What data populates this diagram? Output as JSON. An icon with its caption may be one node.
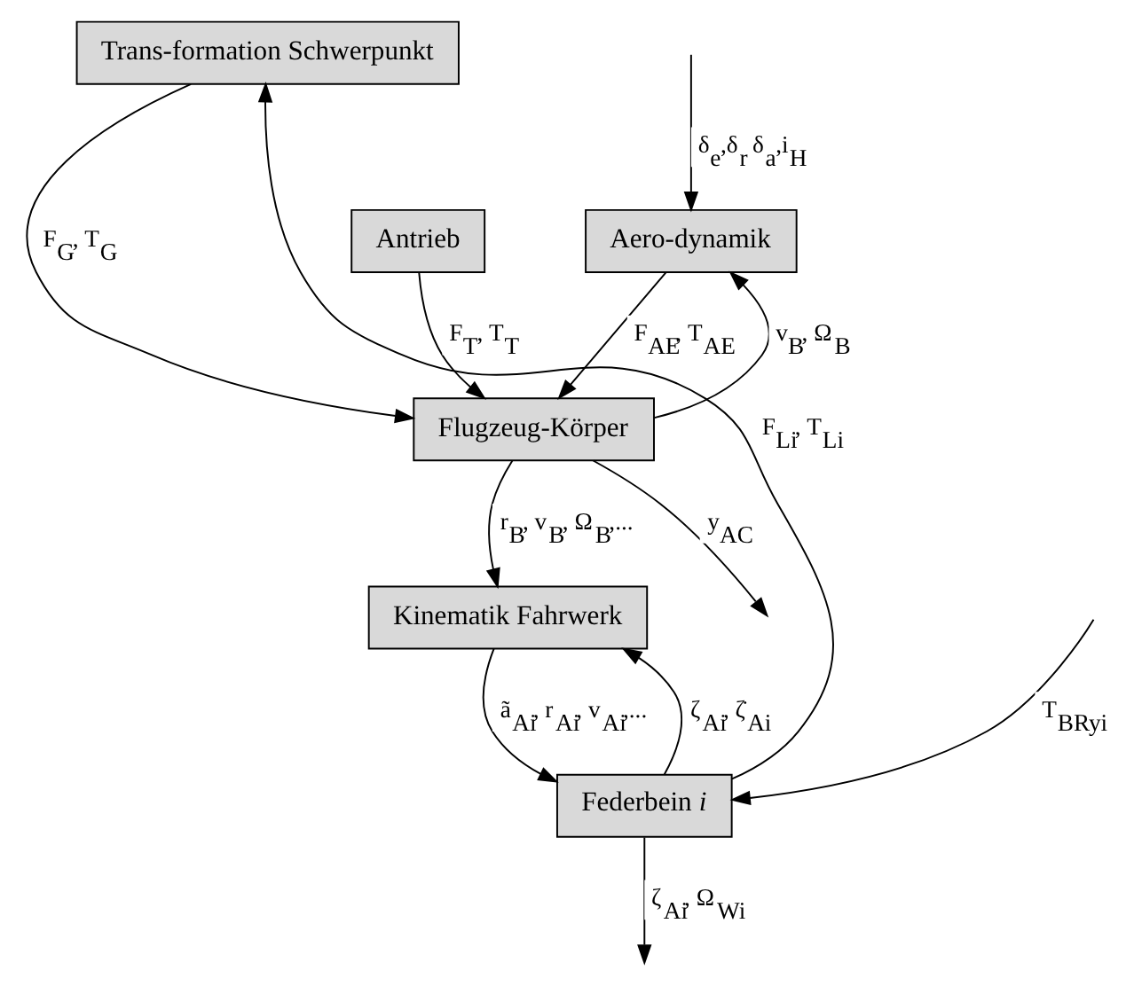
{
  "diagram": {
    "nodes": [
      {
        "text": [
          "Aero-dynamik"
        ]
      },
      {
        "text": [
          "Antrieb"
        ]
      },
      {
        "text": [
          "Flugzeug-Körper"
        ]
      },
      {
        "text": [
          "Trans-formation Schwerpunkt"
        ]
      },
      {
        "text": [
          "Kinematik Fahrwerk"
        ]
      },
      {
        "text": [
          "Federbein *i*"
        ]
      }
    ],
    "edges": [
      {
        "from": null,
        "to": 0,
        "arrow": "to",
        "label": "δ$_{e}$,δ$_{r}$ δ$_{a}$,i$_{H}$"
      },
      {
        "from": 0,
        "to": 2,
        "arrow": "to",
        "label": "F$_{AE}$, T$_{AE}$"
      },
      {
        "from": 1,
        "to": 2,
        "arrow": "to",
        "label": "F$_{T}$, T$_{T}$"
      },
      {
        "from": 3,
        "to": 2,
        "arrow": "to",
        "label": "F$_{G}$, T$_{G}$"
      },
      {
        "from": 2,
        "to": 0,
        "arrow": "to",
        "label": "v$_{B}$, Ω$_{B}$"
      },
      {
        "from": 2,
        "to": null,
        "arrow": "to",
        "label": "y$_{AC}$"
      },
      {
        "from": 2,
        "to": 4,
        "arrow": "to",
        "label": "r$_{B}$, v$_{B}$, Ω$_{B}$,..."
      },
      {
        "from": 4,
        "to": 5,
        "arrow": "to",
        "label": "ã$_{Ai}$, r$_{Ai}$, v$_{Ai}$,..."
      },
      {
        "from": 5,
        "to": 4,
        "arrow": "to",
        "label": "ζ$_{Ai}$, ζ̇$_{Ai}$"
      },
      {
        "from": 5,
        "to": 3,
        "arrow": "to",
        "label": "F$_{Li}$, T$_{Li}$"
      },
      {
        "from": null,
        "to": 5,
        "arrow": "to",
        "label": "T$_{BRyi}$"
      },
      {
        "from": 5,
        "to": null,
        "arrow": "to",
        "label": "ζ$_{Ai}$, Ω$_{Wi}$"
      }
    ]
  }
}
